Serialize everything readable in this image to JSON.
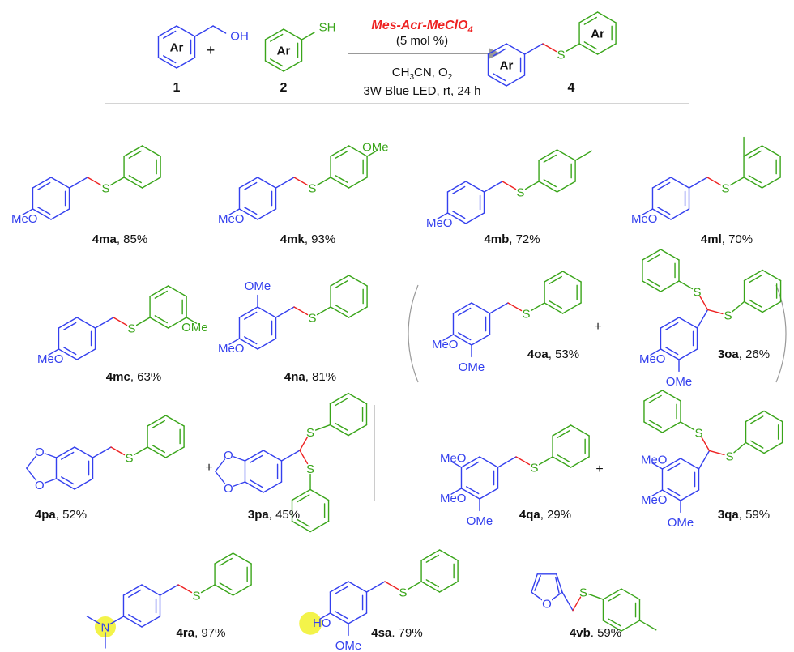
{
  "colors": {
    "blue": "#3440ee",
    "green": "#3aa51a",
    "red": "#ee2222",
    "text": "#111111",
    "highlight": "#f3f34a",
    "arrow": "#999999"
  },
  "header": {
    "reactant1": {
      "ring_label": "Ar",
      "group": "OH",
      "number": "1"
    },
    "plus": "+",
    "reactant2": {
      "ring_label": "Ar",
      "group": "SH",
      "number": "2"
    },
    "catalyst_main": "Mes-Acr-MeClO",
    "catalyst_sub": "4",
    "loading": "(5 mol %)",
    "solvent_parts": [
      "CH",
      "3",
      "CN, O",
      "2"
    ],
    "conditions": "3W Blue LED, rt, 24 h",
    "product": {
      "ring_a_label": "Ar",
      "ring_b_label": "Ar",
      "atom": "S",
      "number": "4"
    }
  },
  "compounds": [
    {
      "id": "4ma",
      "sep": ", ",
      "yield": "85%",
      "atoms": [
        "MeO",
        "S"
      ]
    },
    {
      "id": "4mk",
      "sep": ", ",
      "yield": "93%",
      "atoms": [
        "MeO",
        "S",
        "OMe"
      ]
    },
    {
      "id": "4mb",
      "sep": ", ",
      "yield": "72%",
      "atoms": [
        "MeO",
        "S"
      ]
    },
    {
      "id": "4ml",
      "sep": ", ",
      "yield": "70%",
      "atoms": [
        "MeO",
        "S"
      ]
    },
    {
      "id": "4mc",
      "sep": ", ",
      "yield": "63%",
      "atoms": [
        "MeO",
        "S",
        "OMe"
      ]
    },
    {
      "id": "4na",
      "sep": ", ",
      "yield": "81%",
      "atoms": [
        "MeO",
        "OMe",
        "S"
      ]
    },
    {
      "id": "4oa",
      "sep": ", ",
      "yield": "53%",
      "atoms": [
        "MeO",
        "OMe",
        "S"
      ]
    },
    {
      "id": "3oa",
      "sep": ", ",
      "yield": "26%",
      "atoms": [
        "MeO",
        "OMe",
        "S",
        "S"
      ]
    },
    {
      "id": "4pa",
      "sep": ", ",
      "yield": "52%",
      "atoms": [
        "O",
        "O",
        "S"
      ]
    },
    {
      "id": "3pa",
      "sep": ", ",
      "yield": "45%",
      "atoms": [
        "O",
        "O",
        "S",
        "S"
      ]
    },
    {
      "id": "4qa",
      "sep": ", ",
      "yield": "29%",
      "atoms": [
        "MeO",
        "MeO",
        "OMe",
        "S"
      ]
    },
    {
      "id": "3qa",
      "sep": ", ",
      "yield": "59%",
      "atoms": [
        "MeO",
        "MeO",
        "OMe",
        "S",
        "S"
      ]
    },
    {
      "id": "4ra",
      "sep": ", ",
      "yield": "97%",
      "atoms": [
        "N",
        "S"
      ]
    },
    {
      "id": "4sa",
      "sep": ". ",
      "yield": "79%",
      "atoms": [
        "HO",
        "OMe",
        "S"
      ]
    },
    {
      "id": "4vb",
      "sep": ". ",
      "yield": "59%",
      "atoms": [
        "O",
        "S"
      ]
    }
  ],
  "plus_sign": "+"
}
